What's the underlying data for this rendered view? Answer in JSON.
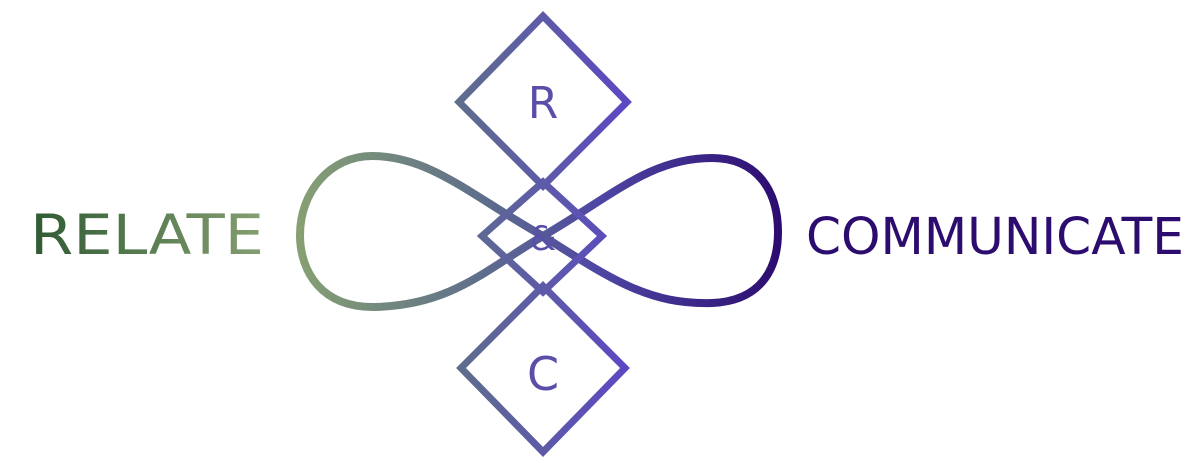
{
  "logo": {
    "left_word": "RELATE",
    "right_word": "COMMUNICATE",
    "top_letter": "R",
    "center_symbol": "&",
    "bottom_letter": "C"
  },
  "colors": {
    "green_dark": "#2f5a33",
    "green_light": "#86a072",
    "slate": "#5e6e8c",
    "lavender": "#5a4fa8",
    "violet": "#5c47c4",
    "purple_dark": "#2c0c6e",
    "background": "#ffffff"
  },
  "icons": [
    "infinity-loop-icon",
    "diamond-knot-icon"
  ]
}
